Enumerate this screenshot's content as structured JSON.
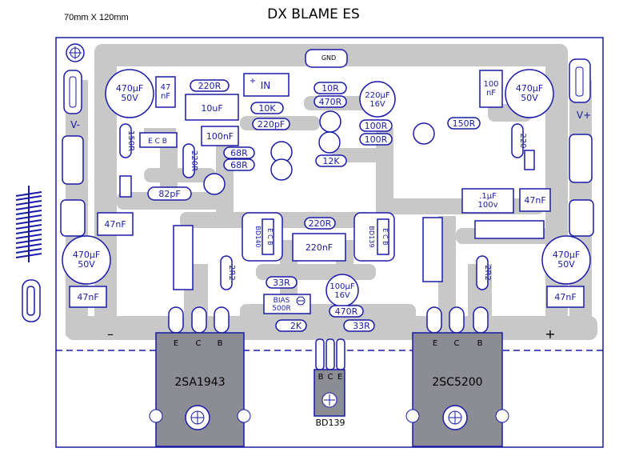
{
  "header": {
    "size_text": "70mm X 120mm",
    "title": "DX BLAME ES"
  },
  "colors": {
    "trace": "#c8c8c8",
    "component": "#1a1aa8",
    "transistor_body": "#8c8c94",
    "border": "#1a1aa8"
  },
  "rails": {
    "vminus": "V-",
    "vplus": "V+",
    "minus_terminal": "–",
    "plus_terminal": "+"
  },
  "labels": {
    "gnd": "GND",
    "in": "IN",
    "r_220_top": "220R",
    "r_10r": "10R",
    "r_470r_top": "470R",
    "r_10k": "10K",
    "c_220pf": "220pF",
    "c_10uf": "10uF",
    "c_47nf_top": "47\nnF",
    "c_100nf_mid": "100nF",
    "c_470_50_left": "470µF\n50V",
    "c_470_50_right": "470µF\n50V",
    "c_470_50_bl": "470µF\n50V",
    "c_470_50_br": "470µF\n50V",
    "c_220_16": "220µF\n16V",
    "c_100nf_right": "100\nnF",
    "r_150r_left": "150R",
    "r_150r_right": "150R",
    "r_100r_a": "100R",
    "r_100r_b": "100R",
    "r_220r_v_left": "220R",
    "r_220r_v_right": "220",
    "r_68r_a": "68R",
    "r_68r_b": "68R",
    "r_12k": "12K",
    "c_82pf": "82pF",
    "c_47nf_left": "47nF",
    "c_47nf_right": "47nF",
    "c_47nf_bl": "47nF",
    "c_47nf_br": "47nF",
    "c_01uf": ".1µF\n100v",
    "bd140": "BD140",
    "bd139_board": "BD139",
    "r_220r_mid": "220R",
    "c_220nf": "220nF",
    "r_2r2_left": "2R2",
    "r_2r2_right": "2R2",
    "r_33r_a": "33R",
    "c_100_16": "100µF\n16V",
    "bias": "BIAS\n500R",
    "r_470r_b": "470R",
    "r_2k": "2K",
    "r_33r_b": "33R",
    "ecb": "E C B",
    "ecb_rot": "E C B"
  },
  "transistors": {
    "left": {
      "name": "2SA1943",
      "pins": [
        "E",
        "C",
        "B"
      ]
    },
    "right": {
      "name": "2SC5200",
      "pins": [
        "E",
        "C",
        "B"
      ]
    },
    "driver": {
      "name": "BD139",
      "pins": [
        "B",
        "C",
        "E"
      ]
    }
  }
}
